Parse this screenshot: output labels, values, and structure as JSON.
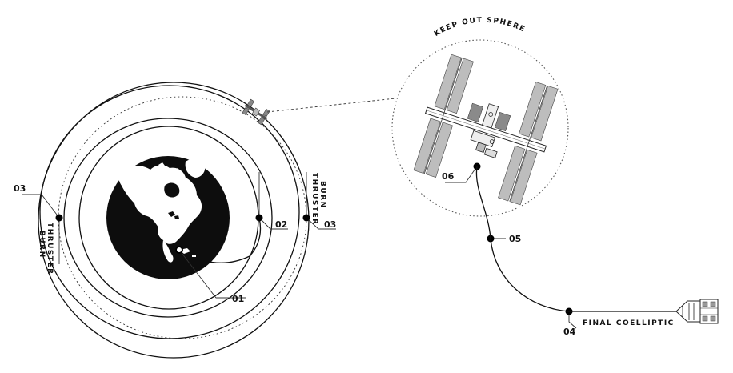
{
  "labels": {
    "keep_out_sphere": "KEEP OUT SPHERE",
    "final_coelliptic": "FINAL COELLIPTIC",
    "thruster_burn_left_line1": "THRUSTER",
    "thruster_burn_left_line2": "BURN",
    "thruster_burn_right_line1": "THRUSTER",
    "thruster_burn_right_line2": "BURN"
  },
  "points": {
    "p01": "01",
    "p02": "02",
    "p03_left": "03",
    "p03_right": "03",
    "p04": "04",
    "p05": "05",
    "p06": "06"
  },
  "colors": {
    "ink": "#111111",
    "earth": "#0d0d0d",
    "panel": "#bdbdbd",
    "panel_dark": "#8a8a8a"
  },
  "icons": {
    "earth": "earth-globe-icon",
    "station": "space-station-icon",
    "capsule": "dragon-capsule-icon"
  }
}
